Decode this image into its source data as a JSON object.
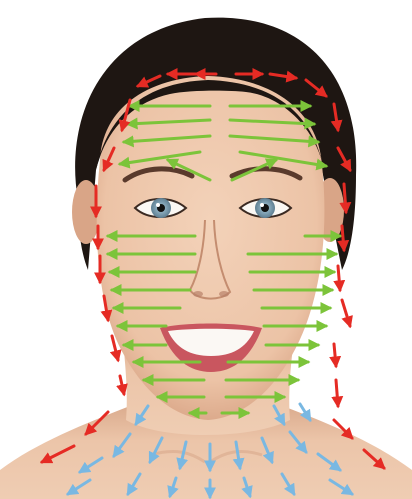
{
  "image": {
    "subject": "woman-face-massage-direction-guide",
    "colors": {
      "background": "#ffffff",
      "hair": "#1e1612",
      "skin": "#ecc3a6",
      "skin_shadow": "#d9a587",
      "neck": "#e9bea0",
      "eye_iris": "#8fb0c2",
      "lips": "#c9565f",
      "teeth": "#fbf8f4",
      "arrow_green": "#7cc43a",
      "arrow_red": "#e52b24",
      "arrow_blue": "#79b8e2"
    },
    "arrow_groups": [
      {
        "name": "forehead-and-cheek-lines",
        "color_key": "arrow_green",
        "direction": "outward-horizontal"
      },
      {
        "name": "face-perimeter",
        "color_key": "arrow_red",
        "direction": "downward-along-contour"
      },
      {
        "name": "neck-and-chest",
        "color_key": "arrow_blue",
        "direction": "downward-diagonal"
      }
    ]
  }
}
